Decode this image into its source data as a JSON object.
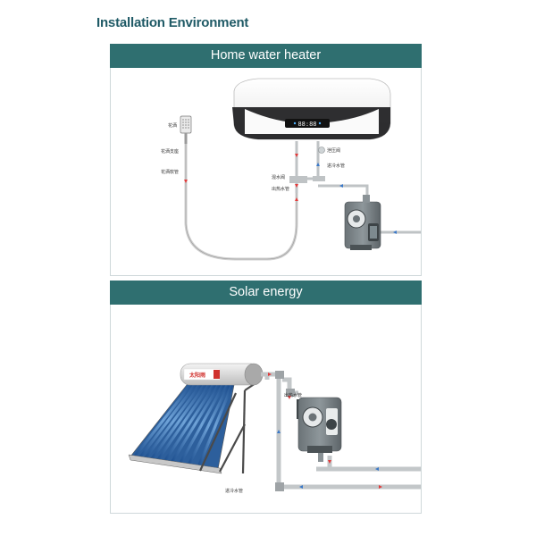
{
  "title": "Installation Environment",
  "panels": [
    {
      "header": "Home water heater",
      "labels": {
        "shower_head": "花洒",
        "shower_holder": "花洒支座",
        "shower_hose": "花洒软管",
        "pressure_valve": "泄压阀",
        "cold_inlet": "进冷水管",
        "mixing_valve": "混水阀",
        "hot_outlet": "出热水管"
      },
      "heater_display": "88:88"
    },
    {
      "header": "Solar energy",
      "labels": {
        "hot_outlet": "出热水管",
        "cold_inlet": "进冷水管"
      },
      "tank_logo": "太阳雨"
    }
  ],
  "colors": {
    "header_bg": "#2f6f70",
    "title": "#1f5a66",
    "pipe_hot": "#e23a3a",
    "pipe_cold": "#3a78c8"
  }
}
